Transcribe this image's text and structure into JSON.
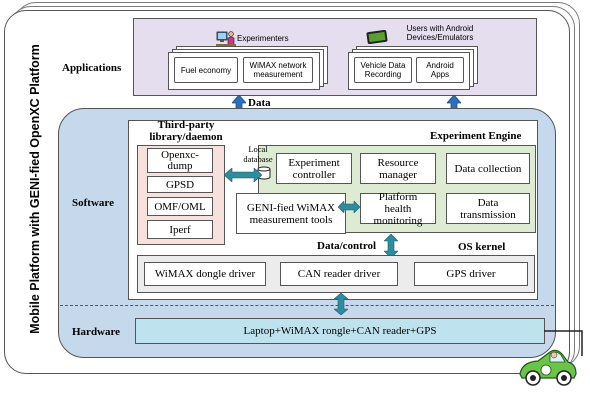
{
  "platform_title": "Mobile Platform with GENI-fied OpenXC Platform",
  "layers": {
    "applications": "Applications",
    "software": "Software",
    "hardware": "Hardware"
  },
  "applications": {
    "experimenters_label": "Experimenters",
    "android_users_label": "Users with Android Devices/Emulators",
    "apps": [
      "Fuel economy",
      "WiMAX network measurement",
      "Vehicle Data Recording",
      "Android Apps"
    ]
  },
  "data_label": "Data",
  "third_party": {
    "title": "Third-party library/daemon",
    "items": [
      "Openxc-dump",
      "GPSD",
      "OMF/OML",
      "Iperf"
    ]
  },
  "experiment_engine": {
    "title": "Experiment Engine",
    "local_db": "Local database",
    "modules": [
      "Experiment controller",
      "Resource manager",
      "Data collection",
      "Platform health monitoring",
      "Data transmission"
    ],
    "geni_tools": "GENI-fied WiMAX measurement tools"
  },
  "data_control_label": "Data/control",
  "os_kernel": {
    "title": "OS kernel",
    "drivers": [
      "WiMAX dongle driver",
      "CAN reader driver",
      "GPS driver"
    ]
  },
  "hardware_box": "Laptop+WiMAX rongle+CAN reader+GPS",
  "colors": {
    "app_bg": "#e5deef",
    "software_bg": "#c5d8ec",
    "third_party_bg": "#f6e1dc",
    "engine_bg": "#dcebd1",
    "hardware_bg": "#bfe3ee",
    "arrow_blue": "#2d6fb8",
    "car_green": "#6cc34a"
  },
  "icons": [
    "person-at-computer-icon",
    "android-device-icon",
    "car-icon"
  ]
}
